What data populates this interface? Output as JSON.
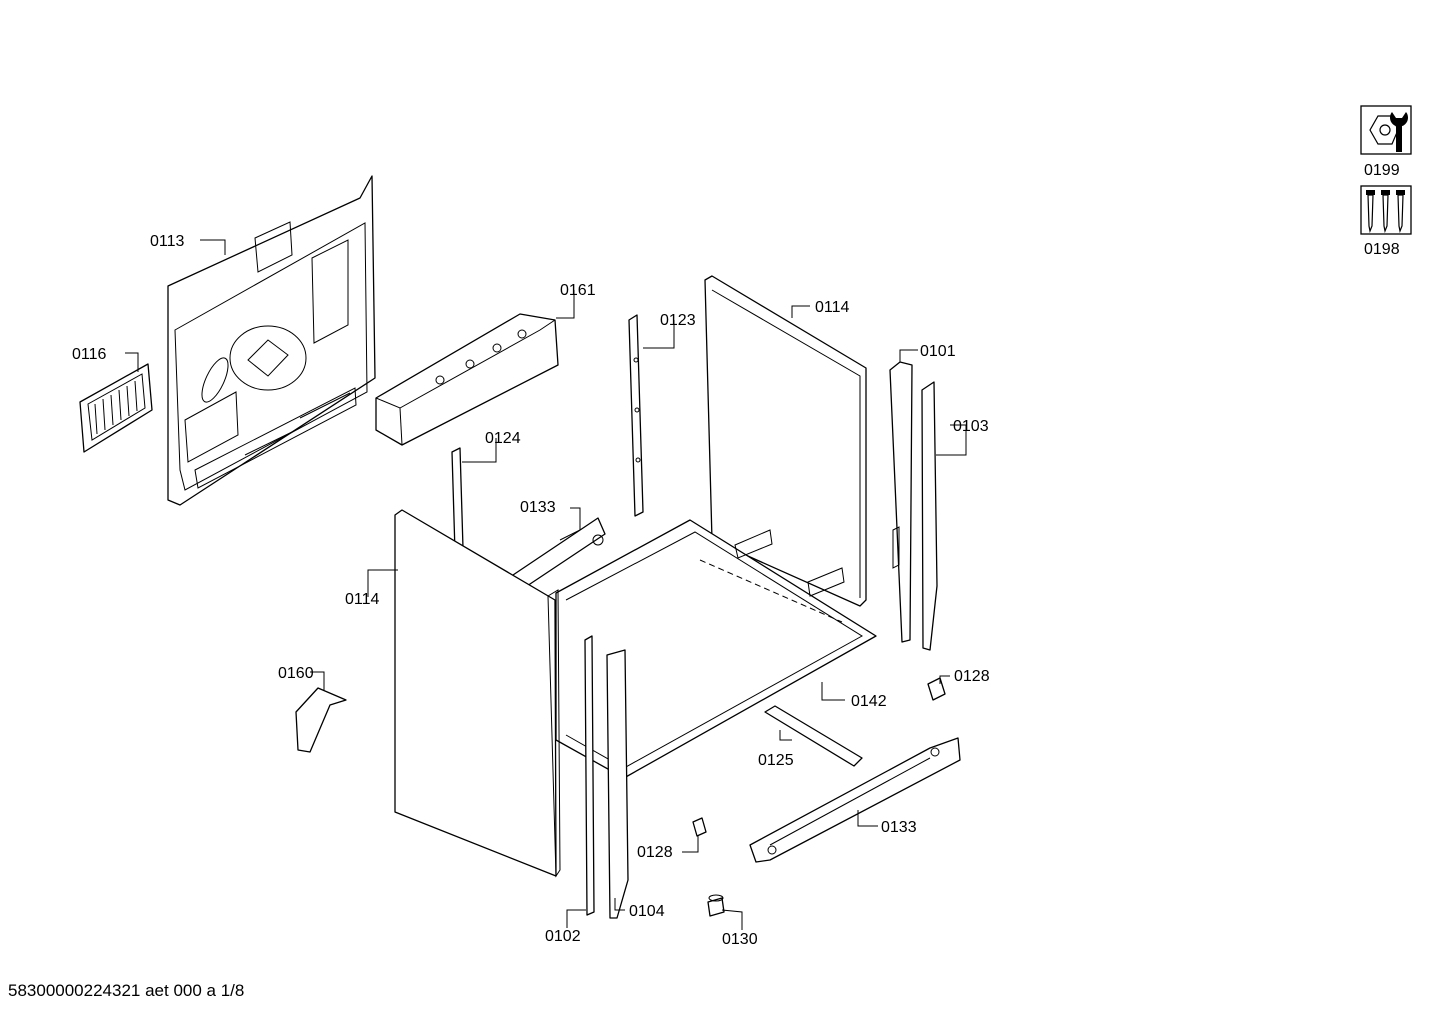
{
  "labels": {
    "p0113": "0113",
    "p0116": "0116",
    "p0161": "0161",
    "p0123": "0123",
    "p0114_back": "0114",
    "p0101": "0101",
    "p0103": "0103",
    "p0124": "0124",
    "p0133_top": "0133",
    "p0114_side": "0114",
    "p0160": "0160",
    "p0128_right": "0128",
    "p0142": "0142",
    "p0125": "0125",
    "p0133_bottom": "0133",
    "p0128_bottom": "0128",
    "p0102": "0102",
    "p0104": "0104",
    "p0130": "0130",
    "p0199": "0199",
    "p0198": "0198"
  },
  "footer": "58300000224321 aet 000 a 1/8",
  "icons": [
    "wrench-nut-icon",
    "screws-icon"
  ]
}
